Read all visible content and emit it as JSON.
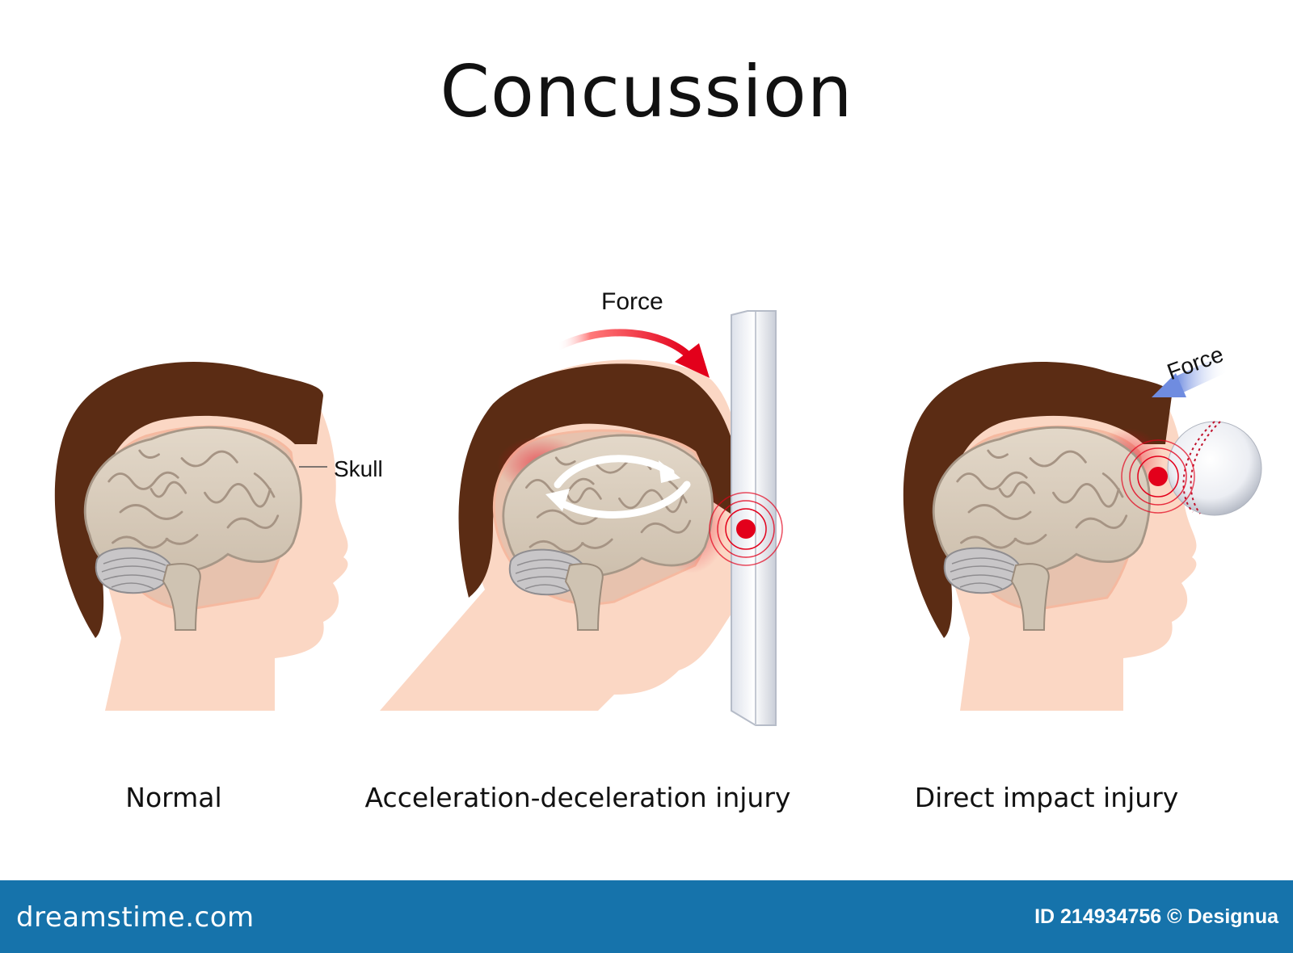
{
  "title": "Concussion",
  "panels": [
    {
      "caption": "Normal",
      "label": "Skull"
    },
    {
      "caption": "Acceleration-deceleration injury",
      "label": "Force"
    },
    {
      "caption": "Direct impact injury",
      "label": "Force"
    }
  ],
  "footer": {
    "brand": "dreamstime.com",
    "credit": "ID 214934756 © Designua"
  },
  "colors": {
    "hair": "#5b2c14",
    "skin": "#fbd7c4",
    "brain": "#d7cbbb",
    "impact_red": "#e3001b",
    "force_arrow_blue": "#7b97e6",
    "footer_bg": "#1673ab"
  }
}
